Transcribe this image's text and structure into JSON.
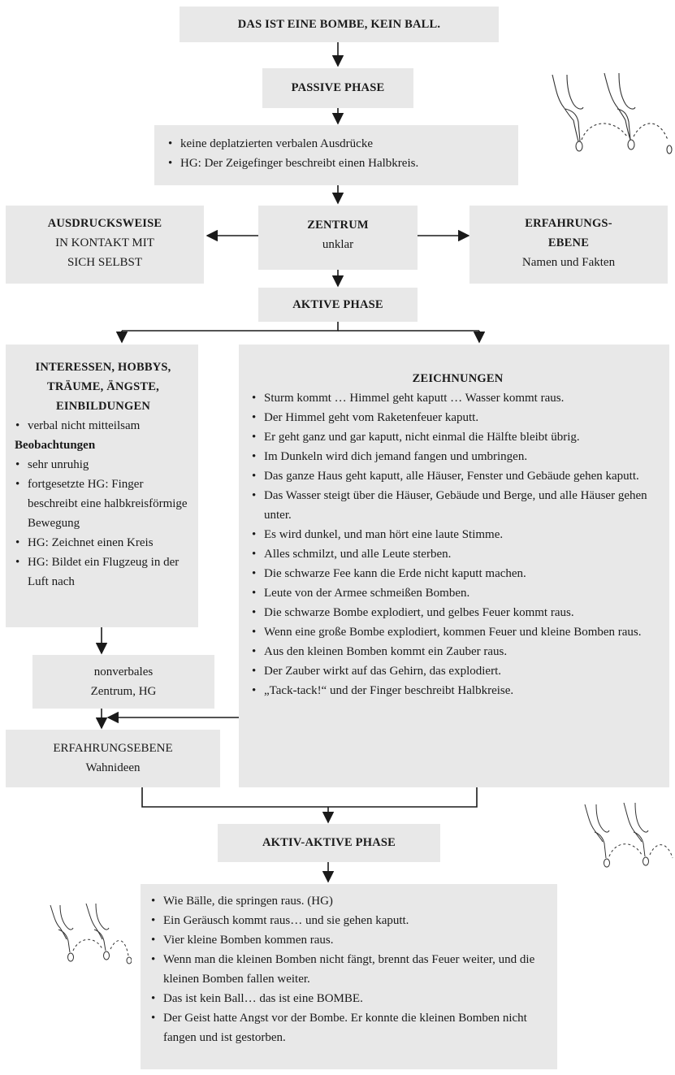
{
  "title_box": "DAS IST EINE BOMBE, KEIN BALL.",
  "passive_phase": "PASSIVE PHASE",
  "passive_items": [
    "keine deplatzierten verbalen Ausdrücke",
    "HG: Der Zeigefinger beschreibt einen Halbkreis."
  ],
  "ausdrucksweise": {
    "title": "AUSDRUCKSWEISE",
    "line1": "IN KONTAKT MIT",
    "line2": "SICH SELBST"
  },
  "zentrum": {
    "title": "ZENTRUM",
    "value": "unklar"
  },
  "erfahrungsebene_top": {
    "title1": "ERFAHRUNGS-",
    "title2": "EBENE",
    "value": "Namen und Fakten"
  },
  "aktive_phase": "AKTIVE PHASE",
  "interessen": {
    "title_lines": [
      "INTERESSEN, HOBBYS,",
      "TRÄUME, ÄNGSTE,",
      "EINBILDUNGEN"
    ],
    "item1": "verbal nicht mitteilsam",
    "subheading": "Beobachtungen",
    "items": [
      "sehr unruhig",
      "fortgesetzte HG: Finger beschreibt eine halbkreisför­mige Bewegung",
      "HG: Zeichnet einen Kreis",
      "HG: Bildet ein Flugzeug in der Luft nach"
    ]
  },
  "zeichnungen": {
    "title": "ZEICHNUNGEN",
    "items": [
      "Sturm kommt … Himmel geht kaputt … Wasser kommt raus.",
      "Der Himmel geht vom Raketenfeuer kaputt.",
      "Er geht ganz und gar kaputt, nicht einmal die Hälfte bleibt übrig.",
      "Im Dunkeln wird dich jemand fangen und umbringen.",
      "Das ganze Haus geht kaputt, alle Häuser, Fenster und Gebäude gehen kaputt.",
      "Das Wasser steigt über die Häuser, Gebäude und Berge, und alle Häuser gehen unter.",
      "Es wird dunkel, und man hört eine laute Stimme.",
      "Alles schmilzt, und alle Leute sterben.",
      "Die schwarze Fee kann die Erde nicht kaputt machen.",
      "Leute von der Armee schmeißen Bomben.",
      "Die schwarze Bombe explodiert, und gelbes Feuer kommt raus.",
      "Wenn eine große Bombe explodiert, kommen Feuer und kleine Bomben raus.",
      "Aus den kleinen Bomben kommt ein Zauber raus.",
      "Der Zauber wirkt auf das Gehirn, das explodiert.",
      "„Tack-tack!“ und der Finger beschreibt Halbkreise."
    ]
  },
  "nonverbal": {
    "line1": "nonverbales",
    "line2": "Zentrum, HG"
  },
  "erfahrungsebene_bottom": {
    "title": "ERFAHRUNGSEBENE",
    "value": "Wahnideen"
  },
  "aktiv_aktive_phase": "AKTIV-AKTIVE PHASE",
  "aktiv_items": [
    "Wie Bälle, die springen raus. (HG)",
    "Ein Geräusch kommt raus… und sie gehen kaputt.",
    "Vier kleine Bomben kommen raus.",
    "Wenn man die kleinen Bomben nicht fängt, brennt das Feuer weiter, und die kleinen Bomben fallen weiter.",
    "Das ist kein Ball… das ist eine BOMBE.",
    "Der Geist hatte Angst vor der Bombe. Er konnte die kleinen Bomben nicht fangen und ist gestorben."
  ],
  "colors": {
    "box_fill": "#e8e8e8",
    "line": "#1a1a1a"
  }
}
